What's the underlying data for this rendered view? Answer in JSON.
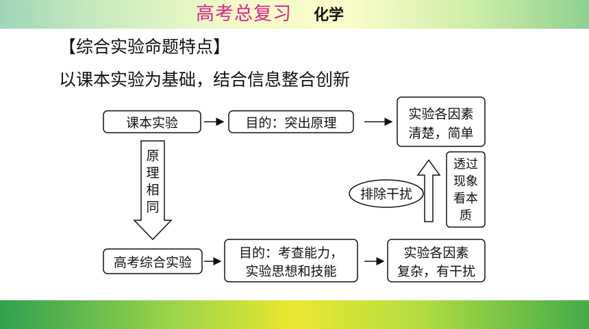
{
  "header": {
    "title": "高考总复习",
    "subject": "化学"
  },
  "content": {
    "heading": "【综合实验命题特点】",
    "subline": "以课本实验为基础，结合信息整合创新"
  },
  "diagram": {
    "textbook_experiment": "课本实验",
    "purpose_top": "目的：突出原理",
    "result_top_line1": "实验各因素",
    "result_top_line2": "清楚，简单",
    "same_principle": [
      "原",
      "理",
      "相",
      "同"
    ],
    "exam_experiment": "高考综合实验",
    "purpose_bottom_line1": "目的：考查能力，",
    "purpose_bottom_line2": "实验思想和技能",
    "result_bottom_line1": "实验各因素",
    "result_bottom_line2": "复杂，有干扰",
    "remove_interference": "排除干扰",
    "see_essence": [
      "透过",
      "现象",
      "看本",
      "质"
    ]
  }
}
